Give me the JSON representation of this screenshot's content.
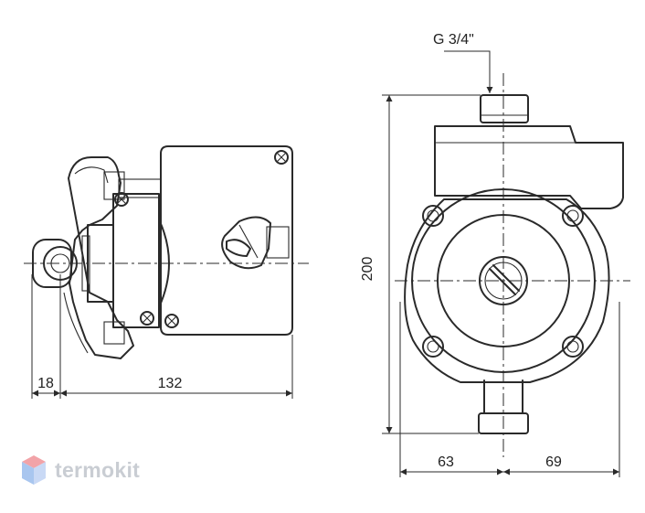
{
  "labels": {
    "thread": "G 3/4\"",
    "dim_inlet_offset": "18",
    "dim_side_length": "132",
    "dim_height": "200",
    "dim_left_half": "63",
    "dim_right_half": "69"
  },
  "watermark": {
    "text": "termokit",
    "logo_icon": "hexagon-cube-icon",
    "colors": {
      "top": "#f2a3a8",
      "left": "#a9c6ef",
      "right": "#c9d9f5",
      "text": "#c9cdd3"
    }
  }
}
